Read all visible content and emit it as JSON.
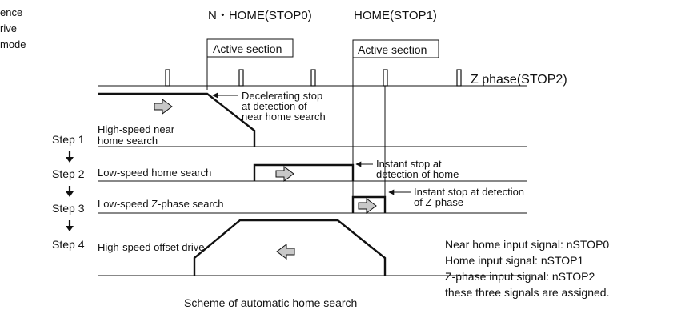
{
  "corner_label": [
    "ence",
    "rive",
    "mode"
  ],
  "signals": {
    "stop0": "N・HOME(STOP0)",
    "stop1": "HOME(STOP1)",
    "stop2_prefix": "Z phase",
    "stop2_suffix": "(STOP2)"
  },
  "active_section": "Active section",
  "steps": [
    "Step 1",
    "Step 2",
    "Step 3",
    "Step 4"
  ],
  "rows": {
    "step1": "High-speed near home search",
    "step2": "Low-speed home search",
    "step3": "Low-speed Z-phase search",
    "step4": "High-speed offset drive"
  },
  "annotations": {
    "decel": [
      "Decelerating stop",
      "at detection of",
      "near home search"
    ],
    "home_stop": [
      "Instant stop at",
      "detection of home"
    ],
    "z_stop": [
      "Instant stop at detection",
      "of Z-phase"
    ]
  },
  "assignment_notes": [
    "Near home input signal: nSTOP0",
    "Home input signal: nSTOP1",
    "Z-phase input signal: nSTOP2",
    "these three signals are assigned."
  ],
  "caption": "Scheme of automatic home search"
}
